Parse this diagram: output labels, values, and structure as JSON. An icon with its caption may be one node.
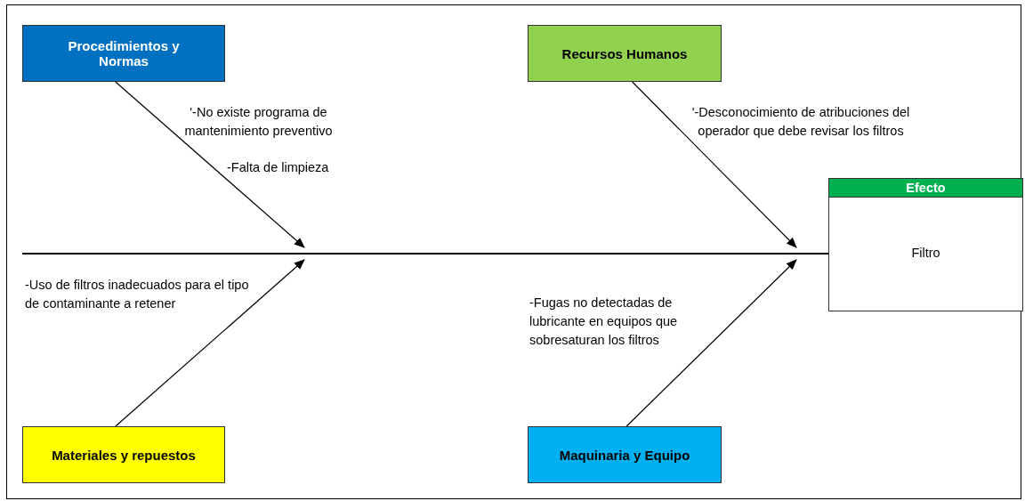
{
  "diagram": {
    "nodes": [
      {
        "text": [
          "Procedimientos y Normas"
        ]
      },
      {
        "text": [
          "Recursos Humanos"
        ]
      },
      {
        "text": [
          "Efecto",
          "Filtro"
        ]
      },
      {
        "text": [
          "Materiales y repuestos"
        ]
      },
      {
        "text": [
          "Maquinaria y Equipo"
        ]
      }
    ],
    "edges": [
      {
        "from": 0,
        "to": null,
        "arrow": "to"
      },
      {
        "from": 1,
        "to": null,
        "arrow": "to"
      },
      {
        "from": 3,
        "to": null,
        "arrow": "to"
      },
      {
        "from": 4,
        "to": null,
        "arrow": "to"
      },
      {
        "from": null,
        "to": 2,
        "arrow": "none"
      }
    ],
    "labels": [
      "'-No existe programa de mantenimiento preventivo",
      "-Falta de limpieza",
      "'-Desconocimiento de atribuciones del operador que debe revisar los filtros",
      "-Uso de filtros inadecuados para el tipo de contaminante a retener",
      "-Fugas no detectadas de lubricante en equipos que sobresaturan los filtros"
    ]
  }
}
